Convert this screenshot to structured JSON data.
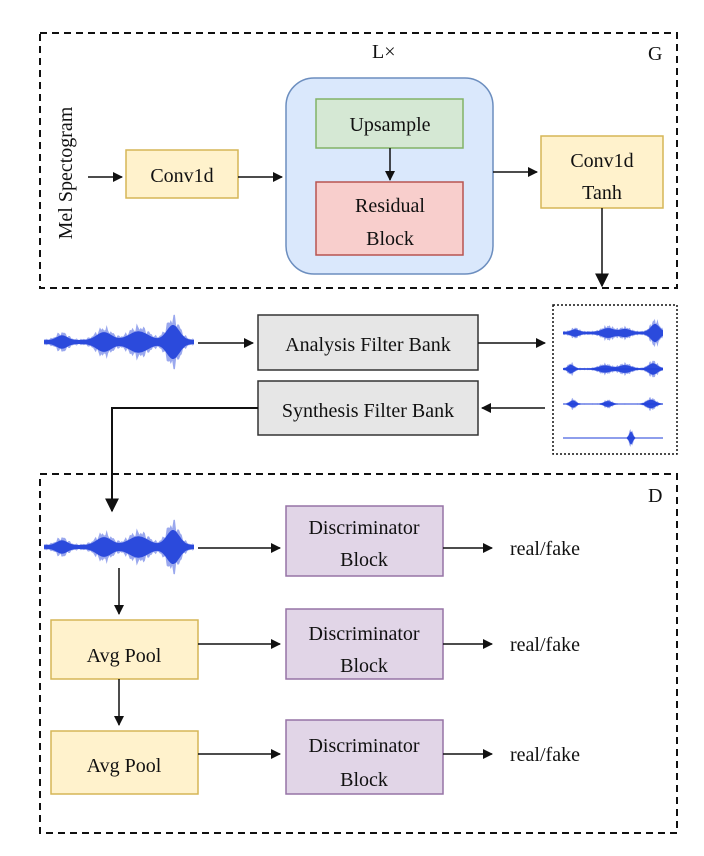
{
  "generator": {
    "corner_label": "G",
    "repeat_label": "L×",
    "input_label": "Mel Spectogram",
    "conv_in": "Conv1d",
    "upsample": "Upsample",
    "residual_line1": "Residual",
    "residual_line2": "Block",
    "conv_out_line1": "Conv1d",
    "conv_out_line2": "Tanh"
  },
  "filter_banks": {
    "analysis": "Analysis Filter Bank",
    "synthesis": "Synthesis Filter Bank"
  },
  "discriminator": {
    "corner_label": "D",
    "avg_pool": "Avg Pool",
    "block_line1": "Discriminator",
    "block_line2": "Block",
    "output": "real/fake"
  },
  "colors": {
    "yellow_fill": "#fff2cc",
    "yellow_stroke": "#d6b656",
    "green_fill": "#d5e8d4",
    "green_stroke": "#82b366",
    "red_fill": "#f8cecc",
    "red_stroke": "#b85450",
    "blue_fill": "#dae8fc",
    "blue_stroke": "#6c8ebf",
    "purple_fill": "#e1d5e7",
    "purple_stroke": "#9673a6",
    "gray_fill": "#e6e6e6",
    "gray_stroke": "#333333",
    "waveform": "#1f3fd9"
  }
}
